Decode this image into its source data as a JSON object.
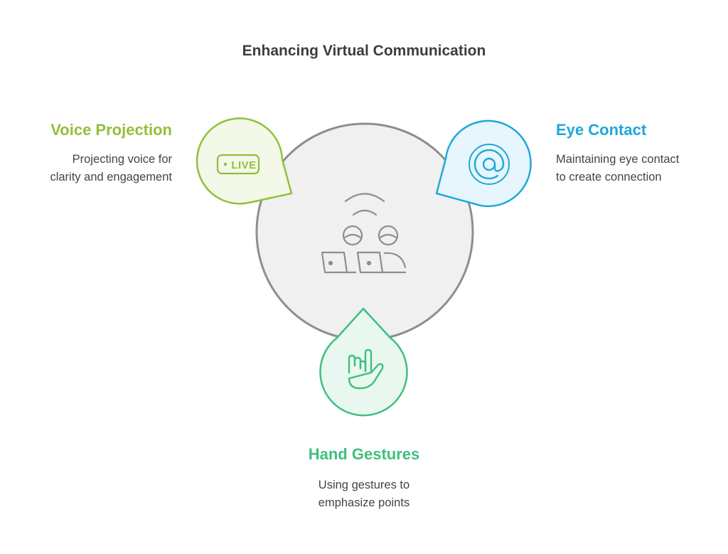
{
  "title": "Enhancing Virtual Communication",
  "colors": {
    "center_fill": "#f0f0f0",
    "center_stroke": "#8e8e8e",
    "voice": "#93bf3a",
    "voice_fill": "#f3f8e8",
    "eye": "#1fa8d8",
    "eye_fill": "#e6f6fc",
    "hand": "#3fbf7d",
    "hand_fill": "#e9f8ef"
  },
  "items": [
    {
      "key": "voice",
      "label": "Voice Projection",
      "description_lines": [
        "Projecting voice for",
        "clarity and engagement"
      ],
      "icon": "live-badge-icon",
      "icon_text": "LIVE"
    },
    {
      "key": "eye",
      "label": "Eye Contact",
      "description_lines": [
        "Maintaining eye contact",
        "to create connection"
      ],
      "icon": "at-sign-icon"
    },
    {
      "key": "hand",
      "label": "Hand Gestures",
      "description_lines": [
        "Using gestures to",
        "emphasize points"
      ],
      "icon": "hand-gesture-icon"
    }
  ],
  "center_icon": "video-call-people-icon"
}
